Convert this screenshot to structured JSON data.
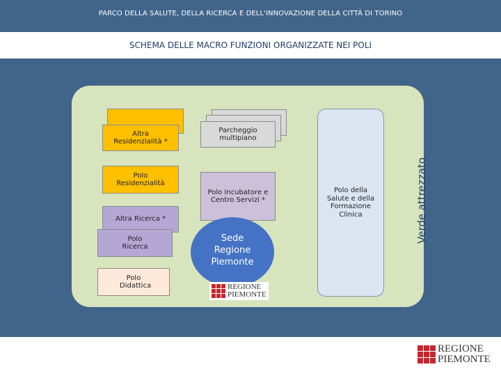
{
  "header": {
    "subtitle": "PARCO DELLA SALUTE, DELLA RICERCA E DELL'INNOVAZIONE DELLA CITTÀ DI TORINO",
    "title": "SCHEMA DELLE MACRO FUNZIONI ORGANIZZATE NEI POLI"
  },
  "diagram": {
    "blocks": {
      "altra_residenzialita": "Altra Residenzialità *",
      "polo_residenzialita": "Polo Residenzialità",
      "altra_ricerca": "Altra Ricerca *",
      "polo_ricerca": "Polo Ricerca",
      "polo_didattica": "Polo Didattica",
      "parcheggio": "Parcheggio multipiano",
      "polo_incubatore": "Polo Incubatore e Centro Servizi *",
      "polo_salute": "Polo della Salute e della Formazione Clinica",
      "sede_regione": "Sede Regione Piemonte"
    },
    "side_label": "Verde attrezzato"
  },
  "logo": {
    "line1": "REGIONE",
    "line2": "PIEMONTE"
  },
  "colors": {
    "header_band": "#41658a",
    "panel": "#d7e4bd",
    "orange": "#ffc000",
    "purple": "#b4a7d6",
    "sede": "#4472c4",
    "logo_red": "#c1272d"
  }
}
